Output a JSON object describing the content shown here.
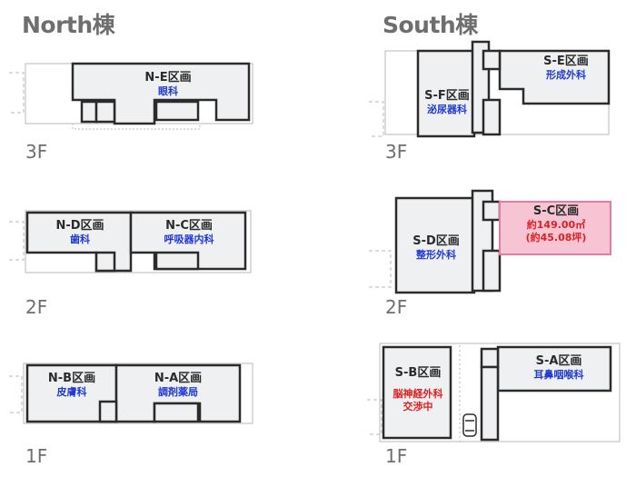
{
  "north": {
    "title": "North棟",
    "floors": [
      "3F",
      "2F",
      "1F"
    ],
    "areas": {
      "ne": {
        "name": "N-E区画",
        "dept": "眼科"
      },
      "nd": {
        "name": "N-D区画",
        "dept": "歯科"
      },
      "nc": {
        "name": "N-C区画",
        "dept": "呼吸器内科"
      },
      "nb": {
        "name": "N-B区画",
        "dept": "皮膚科"
      },
      "na": {
        "name": "N-A区画",
        "dept": "調剤薬局"
      }
    }
  },
  "south": {
    "title": "South棟",
    "floors": [
      "3F",
      "2F",
      "1F"
    ],
    "areas": {
      "se": {
        "name": "S-E区画",
        "dept": "形成外科"
      },
      "sf": {
        "name": "S-F区画",
        "dept": "泌尿器科"
      },
      "sd": {
        "name": "S-D区画",
        "dept": "整形外科"
      },
      "sc": {
        "name": "S-C区画",
        "area_sqm": "約149.00㎡",
        "area_tsubo": "(約45.08坪)"
      },
      "sb": {
        "name": "S-B区画",
        "dept": "脳神経外科",
        "status": "交渉中"
      },
      "sa": {
        "name": "S-A区画",
        "dept": "耳鼻咽喉科"
      }
    }
  },
  "colors": {
    "room_fill": "#eef0f1",
    "wall": "#2b2b2b",
    "dept_text": "#1f39d6",
    "highlight_fill": "#f7c4d4",
    "highlight_border": "#e878a4",
    "negotiating_text": "#e02020"
  }
}
